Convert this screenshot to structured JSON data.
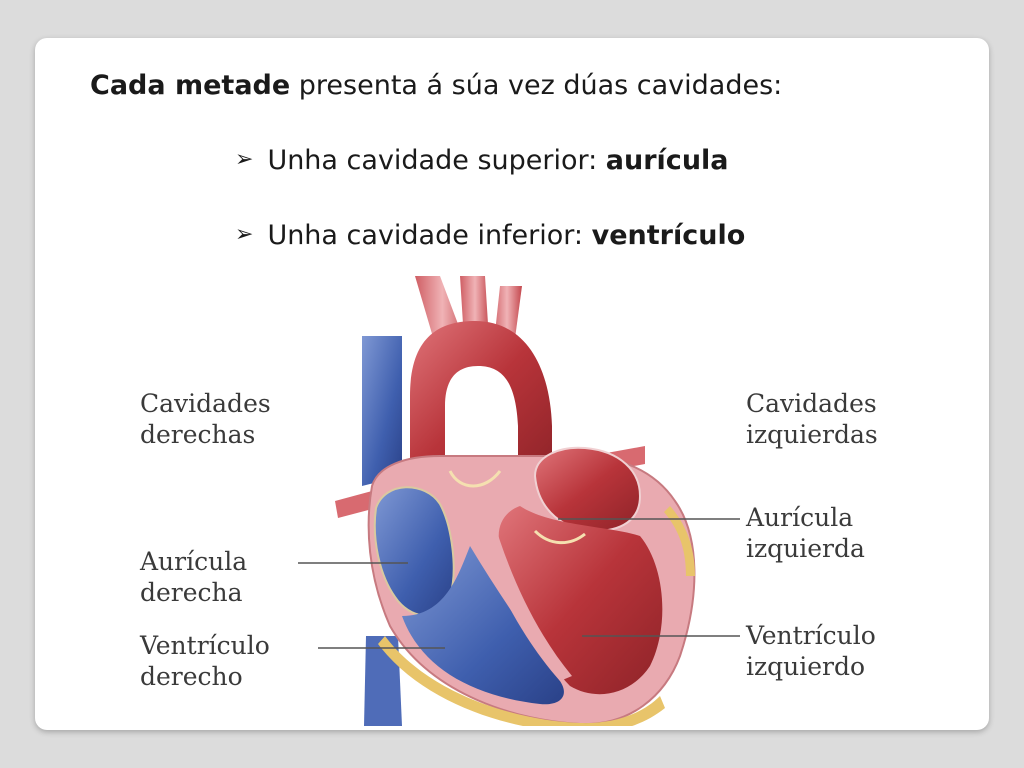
{
  "heading": {
    "bold": "Cada metade",
    "rest": " presenta á súa vez dúas cavidades:"
  },
  "bullets": [
    {
      "arrow": "➢",
      "text": "Unha cavidade superior: ",
      "bold": "aurícula"
    },
    {
      "arrow": "➢",
      "text": "Unha cavidade inferior: ",
      "bold": "ventrículo"
    }
  ],
  "diagram": {
    "labels": {
      "right_cavities": [
        "Cavidades",
        "derechas"
      ],
      "left_cavities": [
        "Cavidades",
        "izquierdas"
      ],
      "right_atrium": [
        "Aurícula",
        "derecha"
      ],
      "left_atrium": [
        "Aurícula",
        "izquierda"
      ],
      "right_ventricle": [
        "Ventrículo",
        "derecho"
      ],
      "left_ventricle": [
        "Ventrículo",
        "izquierdo"
      ]
    },
    "colors": {
      "oxygenated": "#b8343a",
      "deoxygenated": "#3f5fae",
      "muscle": "#e9aab0",
      "fat": "#e8c46a"
    }
  }
}
